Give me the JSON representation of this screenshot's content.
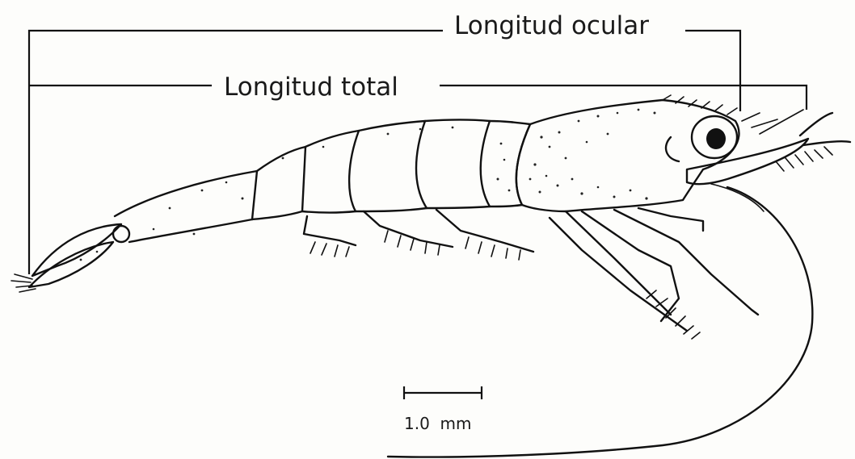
{
  "labels": {
    "ocular_length": "Longitud ocular",
    "total_length": "Longitud total"
  },
  "scale_bar": {
    "label": "1.0  mm"
  },
  "icons": {
    "specimen": "shrimp-illustration-icon"
  },
  "colors": {
    "ink": "#111111",
    "background": "#fdfdfb"
  }
}
